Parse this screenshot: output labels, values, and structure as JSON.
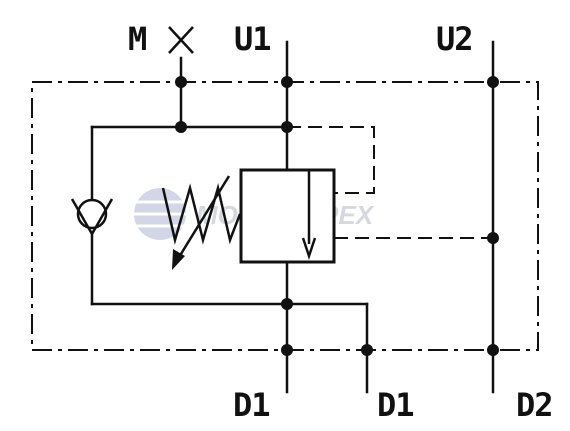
{
  "ports": {
    "m": "M",
    "u1": "U1",
    "u2": "U2",
    "d1_left": "D1",
    "d1_right": "D1",
    "d2": "D2"
  },
  "watermark": {
    "text": "MOTORIMPEX"
  },
  "colors": {
    "line": "#111111",
    "watermark": "#c9ccd6",
    "background": "#ffffff"
  }
}
